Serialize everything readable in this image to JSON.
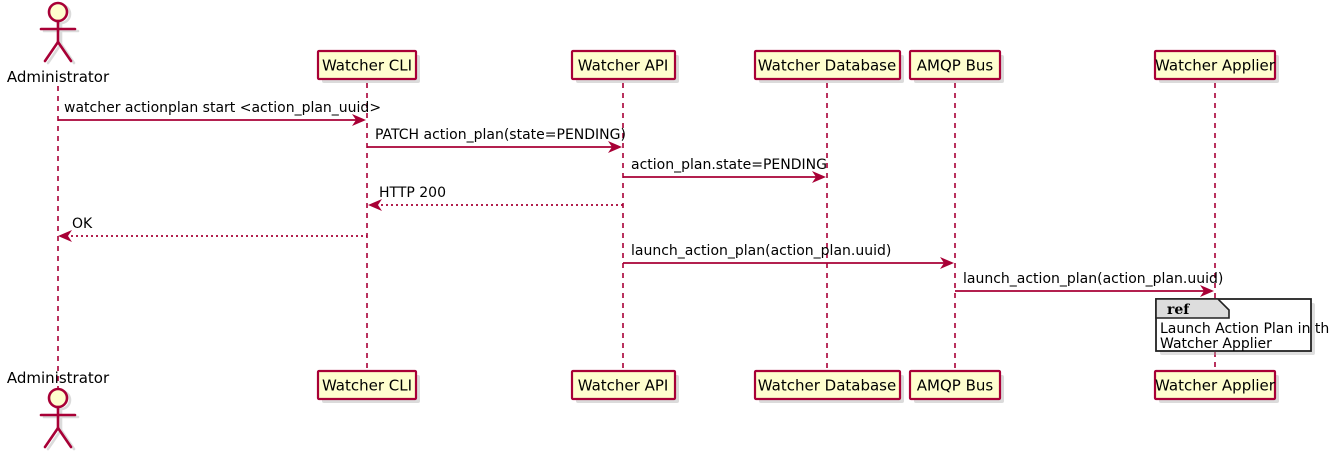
{
  "diagram": {
    "type": "sequence-diagram",
    "colors": {
      "participant_fill": "#FEFECE",
      "participant_border": "#A80036",
      "lifeline": "#A80036",
      "arrow": "#A80036",
      "ref_border": "#222222",
      "ref_tab_fill": "#DDDDDD",
      "background": "#FFFFFF"
    }
  },
  "actor": {
    "name": "Administrator",
    "top_label": "Administrator",
    "bottom_label": "Administrator"
  },
  "participants": [
    {
      "id": "cli",
      "label": "Watcher CLI"
    },
    {
      "id": "api",
      "label": "Watcher API"
    },
    {
      "id": "db",
      "label": "Watcher Database"
    },
    {
      "id": "amqp",
      "label": "AMQP Bus"
    },
    {
      "id": "applier",
      "label": "Watcher Applier"
    }
  ],
  "messages": [
    {
      "id": "m1",
      "label": "watcher actionplan start <action_plan_uuid>",
      "from": "actor",
      "to": "cli",
      "style": "solid",
      "direction": "right"
    },
    {
      "id": "m2",
      "label": "PATCH action_plan(state=PENDING)",
      "from": "cli",
      "to": "api",
      "style": "solid",
      "direction": "right"
    },
    {
      "id": "m3",
      "label": "action_plan.state=PENDING",
      "from": "api",
      "to": "db",
      "style": "solid",
      "direction": "right"
    },
    {
      "id": "m4",
      "label": "HTTP 200",
      "from": "api",
      "to": "cli",
      "style": "dotted",
      "direction": "left"
    },
    {
      "id": "m5",
      "label": "OK",
      "from": "cli",
      "to": "actor",
      "style": "dotted",
      "direction": "left"
    },
    {
      "id": "m6",
      "label": "launch_action_plan(action_plan.uuid)",
      "from": "api",
      "to": "amqp",
      "style": "solid",
      "direction": "right"
    },
    {
      "id": "m7",
      "label": "launch_action_plan(action_plan.uuid)",
      "from": "amqp",
      "to": "applier",
      "style": "solid",
      "direction": "right"
    }
  ],
  "ref_fragment": {
    "tab_label": "ref",
    "line1": "Launch Action Plan in the",
    "line2": "Watcher Applier"
  }
}
